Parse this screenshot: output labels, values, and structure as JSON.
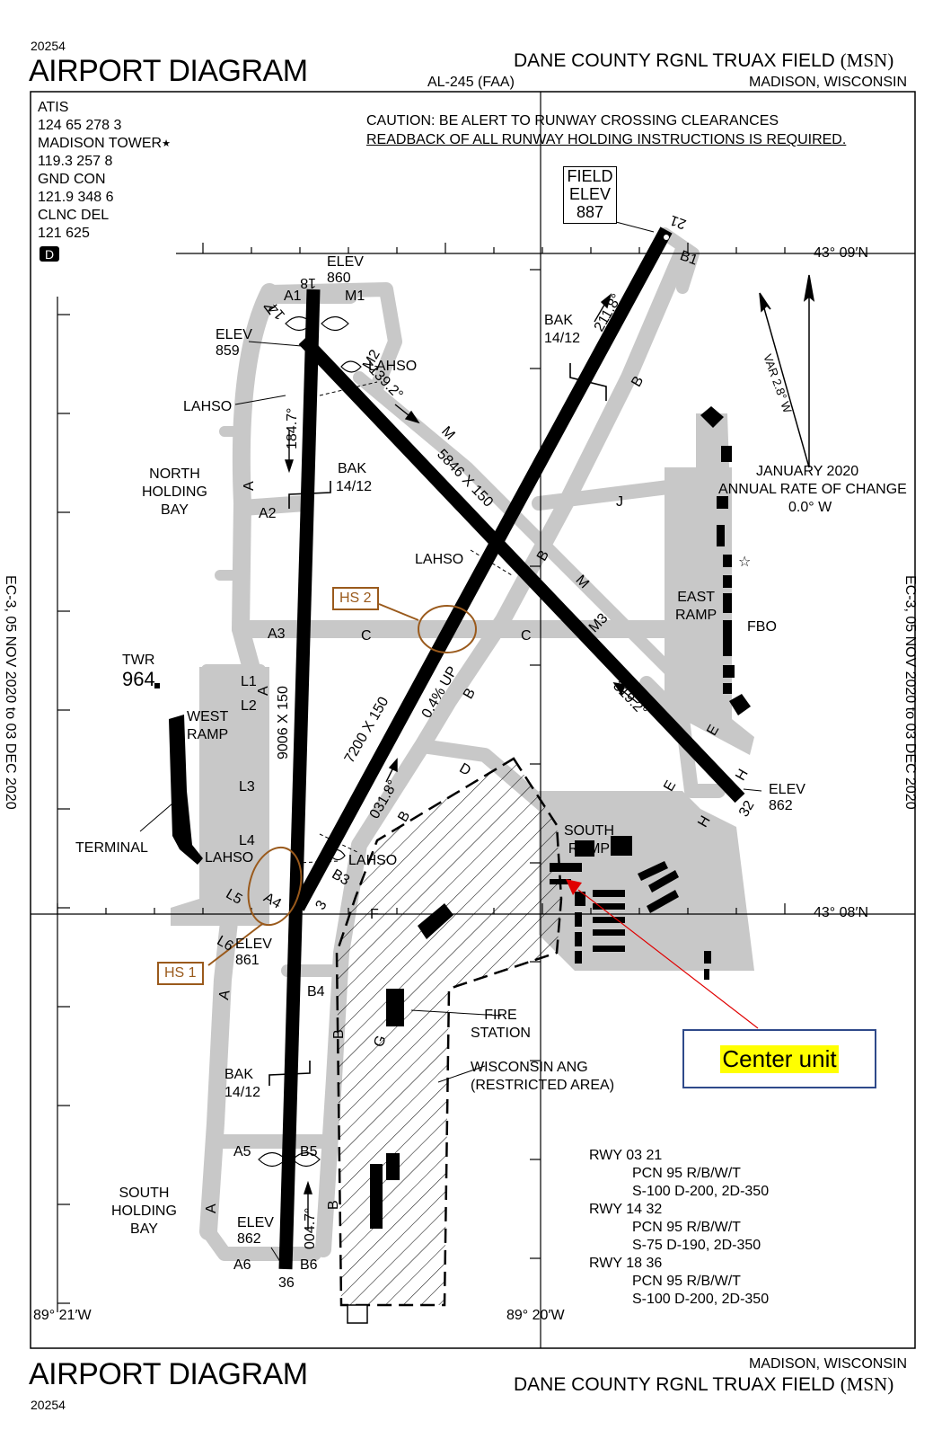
{
  "header": {
    "chart_number_top": "20254",
    "title_top": "AIRPORT DIAGRAM",
    "airport_name": "DANE COUNTY RGNL TRUAX FIELD",
    "airport_id": "(MSN)",
    "procedure_id": "AL-245 (FAA)",
    "location": "MADISON, WISCONSIN"
  },
  "footer": {
    "title_bottom": "AIRPORT DIAGRAM",
    "chart_number_bottom": "20254",
    "location": "MADISON, WISCONSIN",
    "airport_name": "DANE COUNTY RGNL TRUAX FIELD",
    "airport_id": "(MSN)"
  },
  "side_text": {
    "left": "EC-3, 05 NOV 2020 to 03 DEC 2020",
    "right": "EC-3, 05 NOV 2020 to 03 DEC 2020"
  },
  "frequencies": {
    "atis_label": "ATIS",
    "atis_freq": "124 65  278 3",
    "tower_label": "MADISON TOWER",
    "tower_freq": "119.3  257 8",
    "gnd_label": "GND CON",
    "gnd_freq": "121.9  348 6",
    "clnc_label": "CLNC DEL",
    "clnc_freq": "121 625",
    "d_badge": "D"
  },
  "caution": {
    "line1": "CAUTION: BE ALERT TO RUNWAY CROSSING CLEARANCES",
    "line2": "READBACK OF ALL RUNWAY HOLDING INSTRUCTIONS IS REQUIRED."
  },
  "field_elev": {
    "line1": "FIELD",
    "line2": "ELEV",
    "value": "887"
  },
  "coordinates": {
    "lat_top": "43° 09′N",
    "lat_bottom": "43° 08′N",
    "lon_left": "89° 21′W",
    "lon_right": "89° 20′W"
  },
  "magnetic": {
    "var": "VAR 2.8° W",
    "date": "JANUARY 2020",
    "rate_label": "ANNUAL RATE OF CHANGE",
    "rate_value": "0.0° W"
  },
  "runways": {
    "r18_end": "18",
    "r36_end": "36",
    "r21_end": "21",
    "r03_end": "3",
    "r14_end": "14",
    "r32_end": "32",
    "dims_18_36": "9006 X 150",
    "dims_3_21": "7200 X 150",
    "dims_14_32": "5846 X 150",
    "hdg_184": "184.7°",
    "hdg_004": "004.7°",
    "hdg_211": "211.8°",
    "hdg_031": "031.8°",
    "hdg_139": "139.2°",
    "hdg_319": "319.2°",
    "slope": "0.4% UP"
  },
  "elevations": {
    "elev_label": "ELEV",
    "e860": "860",
    "e859": "859",
    "e861": "861",
    "e862_se": "862",
    "e862_s": "862"
  },
  "labels": {
    "lahso": "LAHSO",
    "bak": "BAK",
    "bak_value": "14/12",
    "north_holding_1": "NORTH",
    "north_holding_2": "HOLDING",
    "north_holding_3": "BAY",
    "south_holding_1": "SOUTH",
    "south_holding_2": "HOLDING",
    "south_holding_3": "BAY",
    "twr": "TWR",
    "twr_value": "964",
    "west_ramp_1": "WEST",
    "west_ramp_2": "RAMP",
    "terminal": "TERMINAL",
    "east_ramp_1": "EAST",
    "east_ramp_2": "RAMP",
    "fbo": "FBO",
    "south_ramp_1": "SOUTH",
    "south_ramp_2": "RAMP",
    "fire_1": "FIRE",
    "fire_2": "STATION",
    "ang_1": "WISCONSIN  ANG",
    "ang_2": "(RESTRICTED AREA)",
    "hs1": "HS 1",
    "hs2": "HS 2",
    "center_unit": "Center unit"
  },
  "taxiways": {
    "A": "A",
    "A1": "A1",
    "A2": "A2",
    "A3": "A3",
    "A4": "A4",
    "A5": "A5",
    "A6": "A6",
    "B": "B",
    "B1": "B1",
    "B3": "B3",
    "B4": "B4",
    "B5": "B5",
    "B6": "B6",
    "C": "C",
    "D": "D",
    "E": "E",
    "F": "F",
    "G": "G",
    "H": "H",
    "J": "J",
    "L1": "L1",
    "L2": "L2",
    "L3": "L3",
    "L4": "L4",
    "L5": "L5",
    "L6": "L6",
    "M": "M",
    "M1": "M1",
    "M2": "M2",
    "M3": "M3"
  },
  "pcn": {
    "rwy1": "RWY 03 21",
    "rwy1_pcn": "PCN 95 R/B/W/T",
    "rwy1_wt": "S-100  D-200, 2D-350",
    "rwy2": "RWY 14 32",
    "rwy2_pcn": "PCN 95 R/B/W/T",
    "rwy2_wt": "S-75  D-190, 2D-350",
    "rwy3": "RWY 18 36",
    "rwy3_pcn": "PCN 95 R/B/W/T",
    "rwy3_wt": "S-100  D-200, 2D-350"
  },
  "colors": {
    "taxiway_gray": "#c8c8c8",
    "runway_black": "#000000",
    "hotspot_brown": "#9a5a1c",
    "callout_border": "#2f4a8a",
    "highlight_yellow": "#ffff00",
    "pointer_red": "#e00000"
  }
}
